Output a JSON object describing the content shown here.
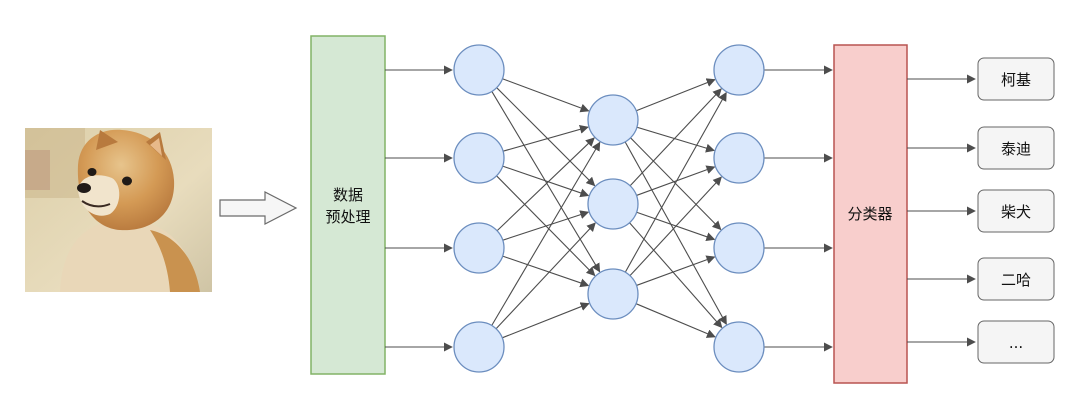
{
  "preprocess": {
    "line1": "数据",
    "line2": "预处理"
  },
  "classifier": {
    "label": "分类器"
  },
  "outputs": [
    "柯基",
    "泰迪",
    "柴犬",
    "二哈",
    "..."
  ],
  "network": {
    "layer_sizes": [
      4,
      3,
      4
    ]
  },
  "colors": {
    "preprocess_fill": "#d5e8d4",
    "preprocess_stroke": "#82b366",
    "classifier_fill": "#f8cecc",
    "classifier_stroke": "#b85450",
    "neuron_fill": "#dae8fc",
    "neuron_stroke": "#6c8ebf",
    "edge": "#4d4d4d",
    "output_fill": "#f5f5f5",
    "output_stroke": "#666666"
  }
}
